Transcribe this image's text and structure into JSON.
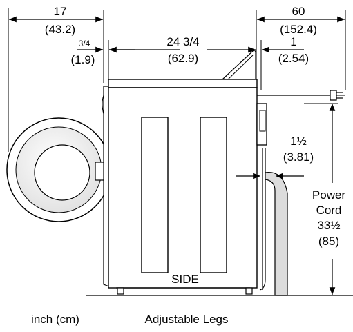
{
  "diagram": {
    "view_label": "SIDE",
    "units_label": "inch (cm)",
    "legs_label": "Adjustable Legs",
    "dimensions": {
      "door_depth": {
        "inch": "17",
        "cm": "(43.2)"
      },
      "door_gap": {
        "inch": "3/4",
        "cm": "(1.9)"
      },
      "cabinet_depth": {
        "inch": "24 3/4",
        "cm": "(62.9)"
      },
      "power_cord_reach": {
        "inch": "60",
        "cm": "(152.4)"
      },
      "rear_gap": {
        "inch": "1",
        "cm": "(2.54)"
      },
      "vent_offset": {
        "inch": "1½",
        "cm": "(3.81)"
      },
      "power_cord_height": {
        "label_line1": "Power",
        "label_line2": "Cord",
        "inch": "33½",
        "cm": "(85)"
      }
    }
  }
}
